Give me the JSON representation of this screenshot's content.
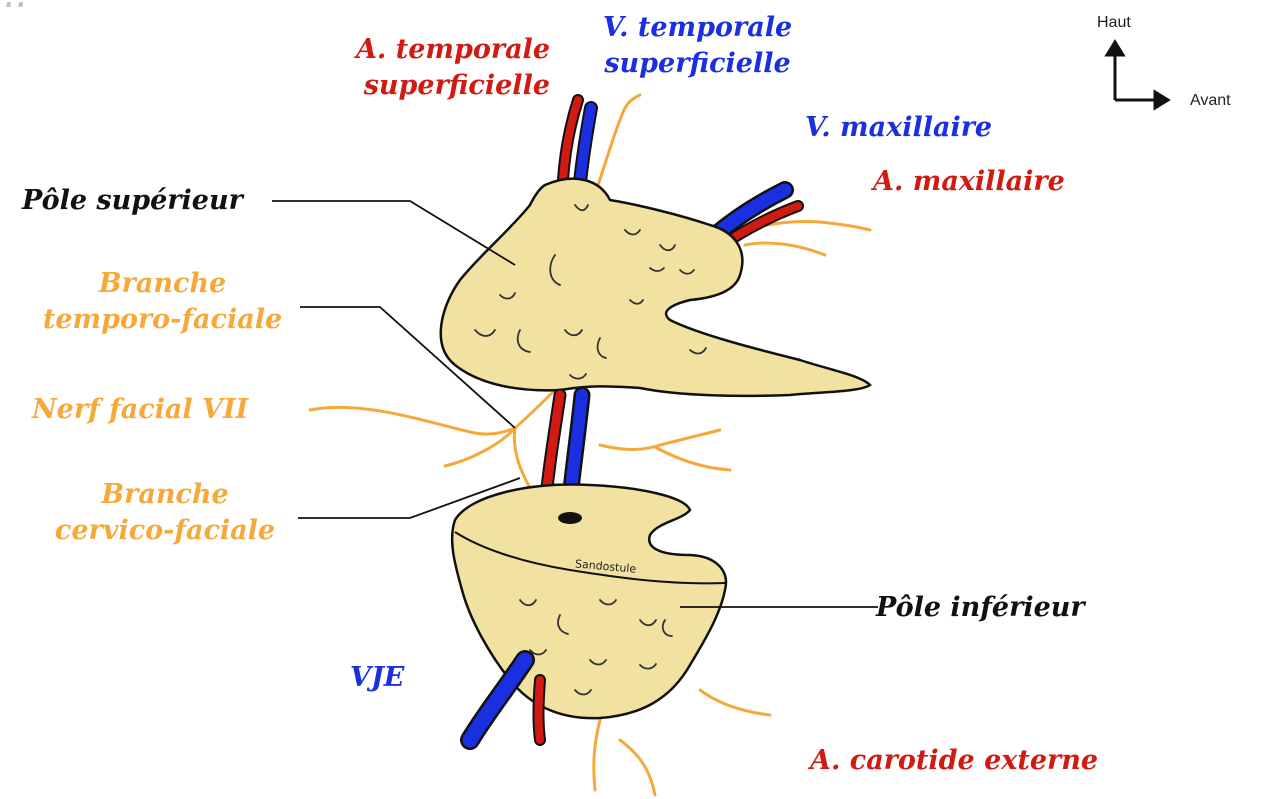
{
  "colors": {
    "artery": "#d11a12",
    "vein": "#1a2fe0",
    "nerve": "#f6a93b",
    "gland_fill": "#f2e2a2",
    "black": "#111111",
    "caption_gray": "#bdbdbd"
  },
  "top_partial_text": "...",
  "compass": {
    "up": "Haut",
    "forward": "Avant"
  },
  "labels": {
    "a_temporale_sup_1": "A. temporale",
    "a_temporale_sup_2": "superficielle",
    "v_temporale_sup_1": "V. temporale",
    "v_temporale_sup_2": "superficielle",
    "v_maxillaire": "V. maxillaire",
    "a_maxillaire": "A. maxillaire",
    "pole_superieur": "Pôle supérieur",
    "branche_tf_1": "Branche",
    "branche_tf_2": "temporo-faciale",
    "nerf_facial": "Nerf facial VII",
    "branche_cf_1": "Branche",
    "branche_cf_2": "cervico-faciale",
    "pole_inferieur": "Pôle inférieur",
    "vje": "VJE",
    "a_carotide_externe": "A. carotide externe",
    "sandostule": "Sandostule"
  }
}
